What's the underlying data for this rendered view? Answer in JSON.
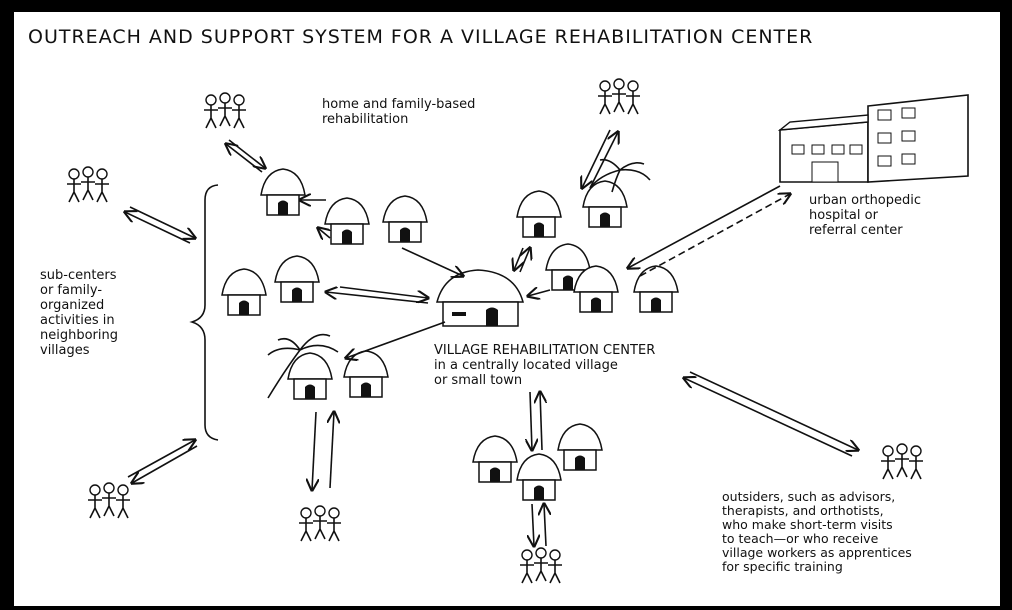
{
  "title": "OUTREACH AND SUPPORT SYSTEM FOR A VILLAGE REHABILITATION CENTER",
  "labels": {
    "home_family": [
      "home and family-based",
      "rehabilitation"
    ],
    "hospital": [
      "urban orthopedic",
      "hospital or",
      "referral center"
    ],
    "subcenters": [
      "sub-centers",
      "or family-",
      "organized",
      "activities in",
      "neighboring",
      "villages"
    ],
    "center": [
      "VILLAGE REHABILITATION CENTER",
      "in a centrally located village",
      "or small town"
    ],
    "outsiders": [
      "outsiders, such as advisors,",
      "therapists, and orthotists,",
      "who make short-term visits",
      "to teach—or who receive",
      "village workers as apprentices",
      "for specific training"
    ]
  },
  "icons": {
    "hut": "hut-icon",
    "people": "people-group-icon",
    "hospital": "hospital-building-icon",
    "palm": "palm-tree-icon"
  }
}
